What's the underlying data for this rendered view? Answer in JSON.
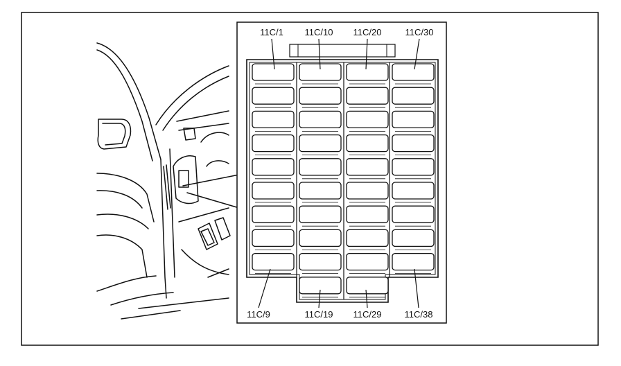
{
  "diagram": {
    "type": "fuse-box-location",
    "labels": {
      "top": [
        "11C/1",
        "11C/10",
        "11C/20",
        "11C/30"
      ],
      "bottom": [
        "11C/9",
        "11C/19",
        "11C/29",
        "11C/38"
      ]
    },
    "columns": [
      {
        "start_label": "11C/1",
        "end_label": "11C/9",
        "fuse_count": 9
      },
      {
        "start_label": "11C/10",
        "end_label": "11C/19",
        "fuse_count": 10
      },
      {
        "start_label": "11C/20",
        "end_label": "11C/29",
        "fuse_count": 10
      },
      {
        "start_label": "11C/30",
        "end_label": "11C/38",
        "fuse_count": 9
      }
    ],
    "colors": {
      "line": "#111111",
      "background": "#ffffff"
    }
  }
}
